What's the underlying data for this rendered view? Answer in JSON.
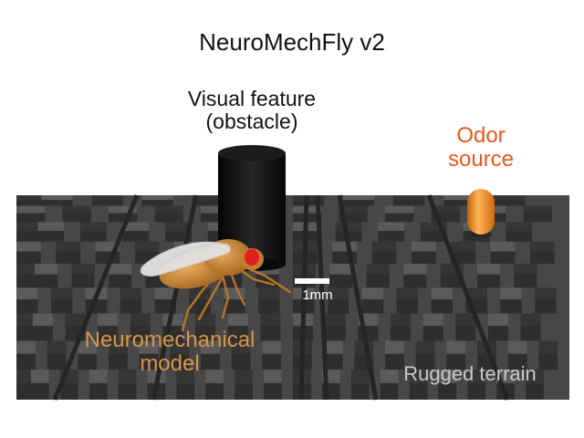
{
  "title": "NeuroMechFly v2",
  "labels": {
    "visual_feature": [
      "Visual feature",
      "(obstacle)"
    ],
    "odor_source": [
      "Odor",
      "source"
    ],
    "neuromechanical_model": [
      "Neuromechanical",
      "model"
    ],
    "rugged_terrain": "Rugged terrain",
    "scale_bar": "1mm"
  },
  "colors": {
    "odor_label": "#e8571d",
    "model_label": "#d9954a",
    "terrain_label": "#c9c9c9",
    "terrain_dark": "#3b3b3b",
    "obstacle": "#111111",
    "odor_source": "#f08a1c",
    "fly_body": "#c07c30",
    "fly_eye": "#e02020"
  }
}
